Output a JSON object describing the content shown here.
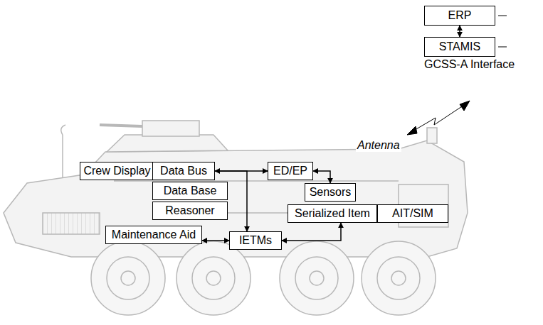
{
  "diagram": {
    "nodes": [
      {
        "text": [
          "ERP"
        ]
      },
      {
        "text": [
          "STAMIS"
        ]
      },
      {
        "text": [
          "Crew Display"
        ]
      },
      {
        "text": [
          "Data Bus"
        ]
      },
      {
        "text": [
          "ED/EP"
        ]
      },
      {
        "text": [
          "Data Base"
        ]
      },
      {
        "text": [
          "Sensors"
        ]
      },
      {
        "text": [
          "Reasoner"
        ]
      },
      {
        "text": [
          "Serialized Item"
        ]
      },
      {
        "text": [
          "AIT/SIM"
        ]
      },
      {
        "text": [
          "Maintenance Aid"
        ]
      },
      {
        "text": [
          "IETMs"
        ]
      }
    ],
    "edges": [
      {
        "from": 0,
        "to": 1,
        "arrow": "both"
      },
      {
        "from": 3,
        "to": 4,
        "arrow": "both"
      },
      {
        "from": 4,
        "to": 6,
        "arrow": "both"
      },
      {
        "from": 3,
        "to": 11,
        "arrow": "to"
      },
      {
        "from": 10,
        "to": 11,
        "arrow": "both"
      },
      {
        "from": 11,
        "to": 8,
        "arrow": "both"
      }
    ],
    "labels": [
      "GCSS-A Interface",
      "Antenna"
    ]
  }
}
